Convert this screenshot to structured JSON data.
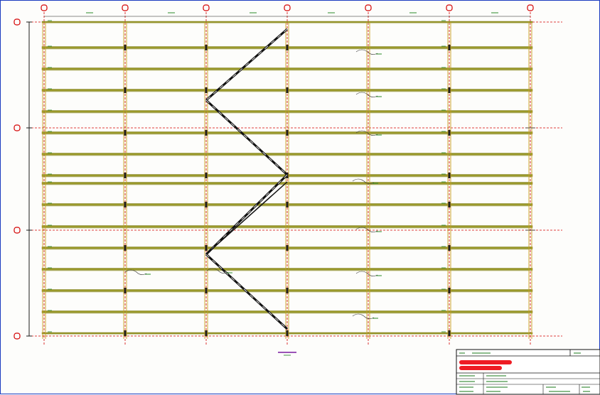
{
  "drawing": {
    "type": "structural-framing-plan",
    "colors": {
      "beam": "#9b9a2a",
      "beam_edge": "#6f6e10",
      "column": "#c8a020",
      "grid_line": "#d40000",
      "brace": "#111111",
      "dimension": "#1a1a1a",
      "annotation": "#2a8a2a",
      "frame": "#1a3bbf",
      "redacted": "#ee1c24"
    },
    "grid_columns": [
      "",
      "",
      "",
      "",
      "",
      "",
      ""
    ],
    "grid_rows": [
      "",
      "",
      "",
      ""
    ],
    "beam_rows": 16
  },
  "title_block": {
    "redacted_lines": 2,
    "fields": [
      "",
      "",
      "",
      "",
      ""
    ]
  }
}
